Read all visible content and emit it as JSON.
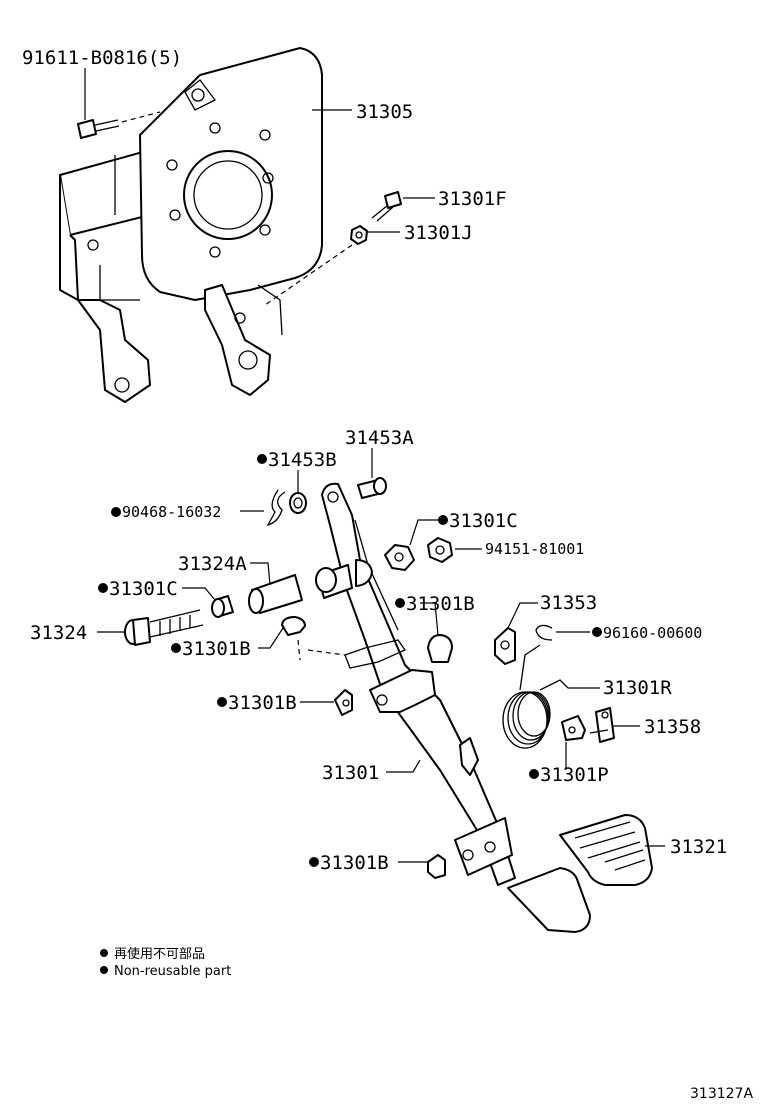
{
  "labels": {
    "bolt_top": "91611-B0816(5)",
    "bracket": "31305",
    "bolt_f": "31301F",
    "nut_j": "31301J",
    "pin_a": "31453A",
    "bush_b": "31453B",
    "clip": "90468-16032",
    "bush_c_right": "31301C",
    "nut_94151": "94151-81001",
    "collar": "31324A",
    "bush_c_left": "31301C",
    "bolt_31324": "31324",
    "bush_b1": "31301B",
    "bush_b2": "31301B",
    "bush_b3": "31301B",
    "bush_b4": "31301B",
    "spring_seat": "31353",
    "ring": "96160-00600",
    "spring": "31301R",
    "stopper": "31358",
    "cushion_p": "31301P",
    "pedal_arm": "31301",
    "pedal_pad": "31321"
  },
  "legend": {
    "line1": "再使用不可部品",
    "line2": "Non-reusable part"
  },
  "diagram_code": "313127A"
}
